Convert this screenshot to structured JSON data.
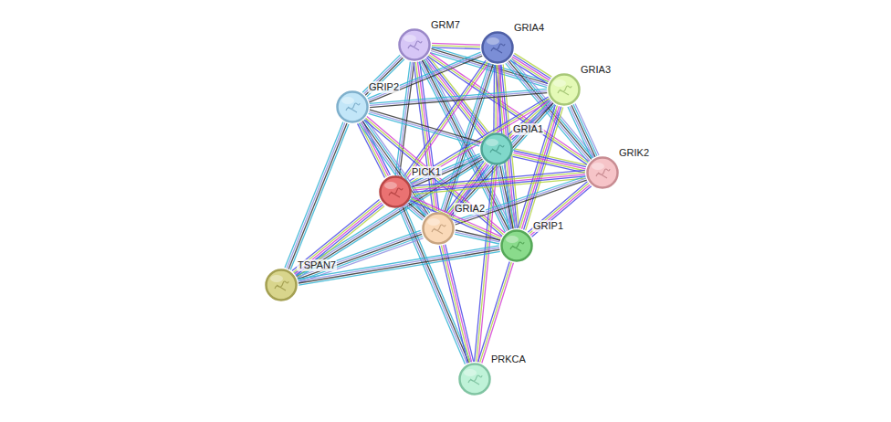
{
  "diagram": {
    "nodes": [
      {
        "text": [
          "GRM7"
        ]
      },
      {
        "text": [
          "GRIA4"
        ]
      },
      {
        "text": [
          "GRIA3"
        ]
      },
      {
        "text": [
          "GRIP2"
        ]
      },
      {
        "text": [
          "GRIA1"
        ]
      },
      {
        "text": [
          "GRIK2"
        ]
      },
      {
        "text": [
          "PICK1"
        ]
      },
      {
        "text": [
          "GRIA2"
        ]
      },
      {
        "text": [
          "GRIP1"
        ]
      },
      {
        "text": [
          "TSPAN7"
        ]
      },
      {
        "text": [
          "PRKCA"
        ]
      }
    ],
    "edges": [
      {
        "from": 0,
        "to": 1,
        "arrow": "none"
      },
      {
        "from": 0,
        "to": 2,
        "arrow": "none"
      },
      {
        "from": 0,
        "to": 4,
        "arrow": "none"
      },
      {
        "from": 0,
        "to": 6,
        "arrow": "none"
      },
      {
        "from": 0,
        "to": 7,
        "arrow": "none"
      },
      {
        "from": 0,
        "to": 8,
        "arrow": "none"
      },
      {
        "from": 0,
        "to": 5,
        "arrow": "none"
      },
      {
        "from": 0,
        "to": 3,
        "arrow": "none"
      },
      {
        "from": 1,
        "to": 2,
        "arrow": "none"
      },
      {
        "from": 1,
        "to": 3,
        "arrow": "none"
      },
      {
        "from": 1,
        "to": 4,
        "arrow": "none"
      },
      {
        "from": 1,
        "to": 5,
        "arrow": "none"
      },
      {
        "from": 1,
        "to": 6,
        "arrow": "none"
      },
      {
        "from": 1,
        "to": 7,
        "arrow": "none"
      },
      {
        "from": 1,
        "to": 8,
        "arrow": "none"
      },
      {
        "from": 2,
        "to": 3,
        "arrow": "none"
      },
      {
        "from": 2,
        "to": 4,
        "arrow": "none"
      },
      {
        "from": 2,
        "to": 5,
        "arrow": "none"
      },
      {
        "from": 2,
        "to": 6,
        "arrow": "none"
      },
      {
        "from": 2,
        "to": 7,
        "arrow": "none"
      },
      {
        "from": 2,
        "to": 8,
        "arrow": "none"
      },
      {
        "from": 3,
        "to": 4,
        "arrow": "none"
      },
      {
        "from": 3,
        "to": 6,
        "arrow": "none"
      },
      {
        "from": 3,
        "to": 7,
        "arrow": "none"
      },
      {
        "from": 3,
        "to": 8,
        "arrow": "none"
      },
      {
        "from": 3,
        "to": 9,
        "arrow": "none"
      },
      {
        "from": 4,
        "to": 5,
        "arrow": "none"
      },
      {
        "from": 4,
        "to": 6,
        "arrow": "none"
      },
      {
        "from": 4,
        "to": 7,
        "arrow": "none"
      },
      {
        "from": 4,
        "to": 8,
        "arrow": "none"
      },
      {
        "from": 4,
        "to": 10,
        "arrow": "none"
      },
      {
        "from": 4,
        "to": 9,
        "arrow": "none"
      },
      {
        "from": 5,
        "to": 6,
        "arrow": "none"
      },
      {
        "from": 5,
        "to": 7,
        "arrow": "none"
      },
      {
        "from": 5,
        "to": 8,
        "arrow": "none"
      },
      {
        "from": 6,
        "to": 7,
        "arrow": "none"
      },
      {
        "from": 6,
        "to": 8,
        "arrow": "none"
      },
      {
        "from": 6,
        "to": 10,
        "arrow": "none"
      },
      {
        "from": 6,
        "to": 9,
        "arrow": "none"
      },
      {
        "from": 7,
        "to": 8,
        "arrow": "none"
      },
      {
        "from": 7,
        "to": 10,
        "arrow": "none"
      },
      {
        "from": 7,
        "to": 9,
        "arrow": "none"
      },
      {
        "from": 8,
        "to": 10,
        "arrow": "none"
      },
      {
        "from": 8,
        "to": 9,
        "arrow": "none"
      }
    ]
  }
}
